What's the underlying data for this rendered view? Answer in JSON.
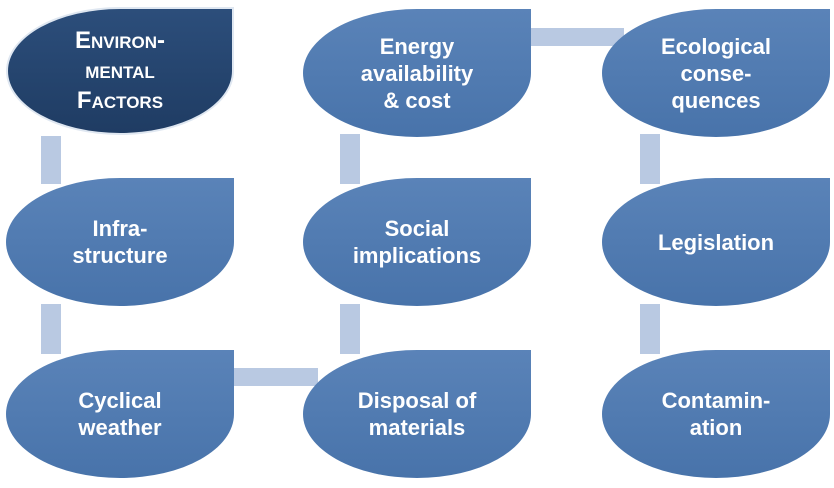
{
  "diagram": {
    "nodes": [
      {
        "id": "environmental-factors",
        "label": "Environ-\nmental\nFactors",
        "primary": true
      },
      {
        "id": "energy-availability",
        "label": "Energy\navailability\n& cost"
      },
      {
        "id": "ecological-consequences",
        "label": "Ecological\nconse-\nquences"
      },
      {
        "id": "infrastructure",
        "label": "Infra-\nstructure"
      },
      {
        "id": "social-implications",
        "label": "Social\nimplications"
      },
      {
        "id": "legislation",
        "label": "Legislation"
      },
      {
        "id": "cyclical-weather",
        "label": "Cyclical\nweather"
      },
      {
        "id": "disposal-of-materials",
        "label": "Disposal of\nmaterials"
      },
      {
        "id": "contamination",
        "label": "Contamin-\nation"
      }
    ],
    "colors": {
      "primary_node": "#1f3c63",
      "node": "#4873aa",
      "connector": "#b9c9e2",
      "text": "#ffffff"
    }
  }
}
